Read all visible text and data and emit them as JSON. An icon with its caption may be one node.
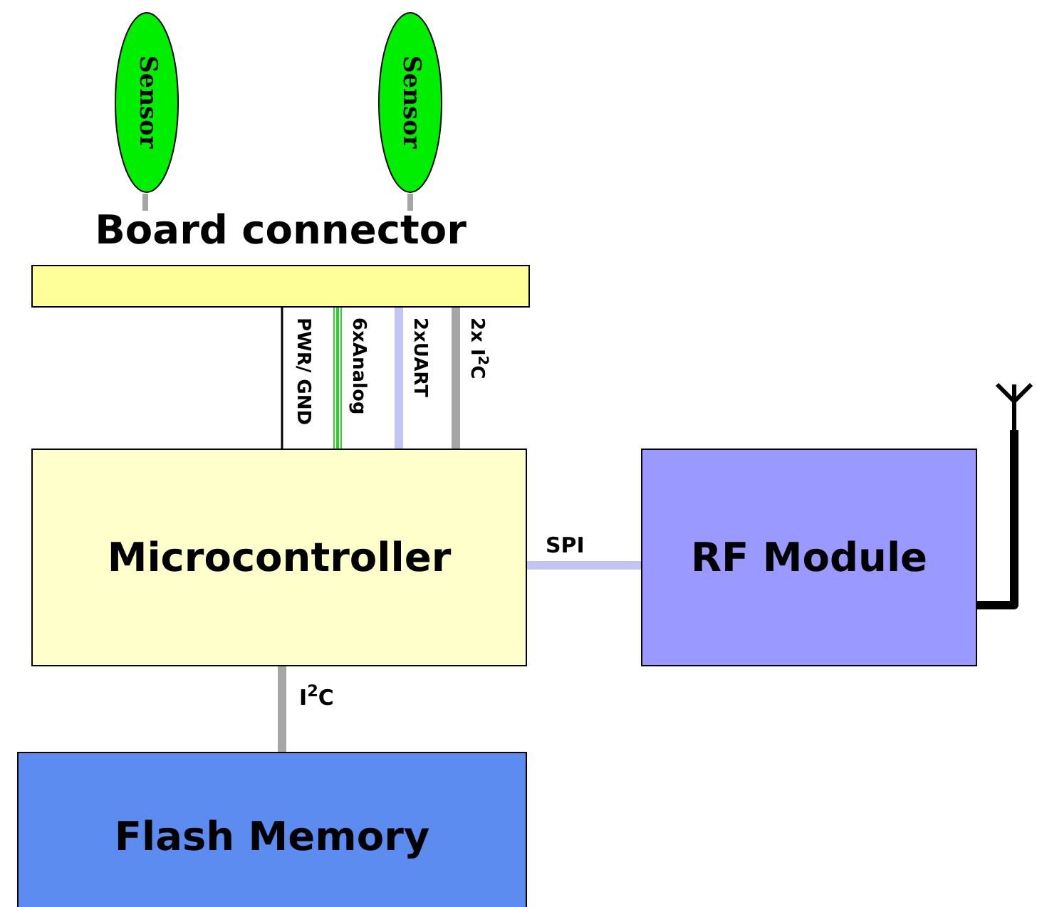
{
  "diagram": {
    "nodes": [
      {
        "text": [
          "Sensor"
        ]
      },
      {
        "text": [
          "Sensor"
        ]
      },
      {
        "text": [
          "Board connector"
        ]
      },
      {
        "text": [
          "Microcontroller"
        ]
      },
      {
        "text": [
          "RF Module"
        ]
      },
      {
        "text": [
          "Flash Memory"
        ]
      },
      {
        "text": [],
        "shape": "antenna"
      }
    ],
    "edges": [
      {
        "from": 0,
        "to": 2,
        "arrow": "none"
      },
      {
        "from": 1,
        "to": 2,
        "arrow": "none"
      },
      {
        "from": 2,
        "to": 3,
        "arrow": "none",
        "label": "PWR/ GND",
        "color": "#000000"
      },
      {
        "from": 2,
        "to": 3,
        "arrow": "none",
        "label": "6xAnalog",
        "color": "#33cc33"
      },
      {
        "from": 2,
        "to": 3,
        "arrow": "none",
        "label": "2xUART",
        "color": "#c4c4f4"
      },
      {
        "from": 2,
        "to": 3,
        "arrow": "none",
        "label": "2x I$^{2}$C"
      },
      {
        "from": 3,
        "to": 4,
        "arrow": "none",
        "label": "SPI",
        "color": "#c4c4f4"
      },
      {
        "from": 3,
        "to": 5,
        "arrow": "none",
        "label": "I$^{2}$C"
      },
      {
        "from": 4,
        "to": 6,
        "arrow": "none",
        "color": "#000000"
      }
    ]
  }
}
